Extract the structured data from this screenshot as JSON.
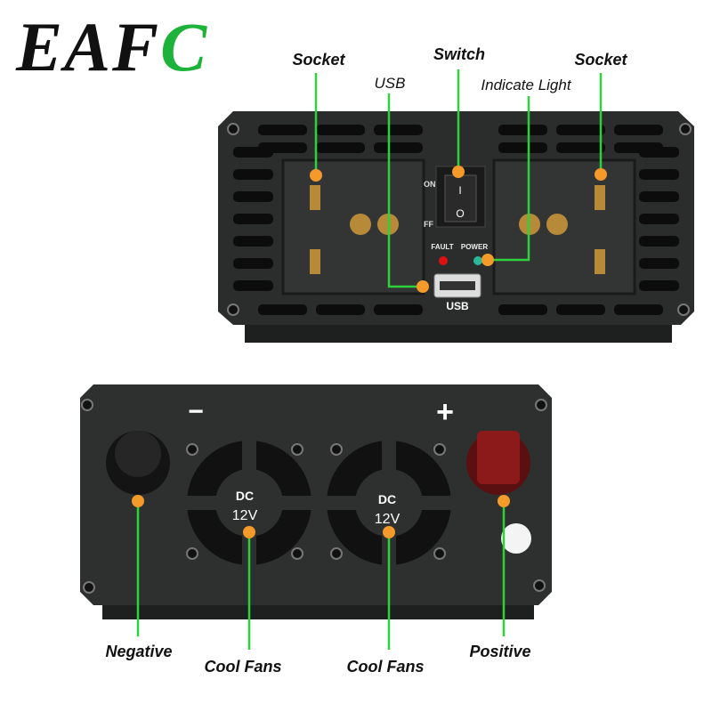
{
  "logo": {
    "text_main": "EAF",
    "text_accent": "C",
    "accent_color": "#1db33a"
  },
  "top_labels": {
    "socket_left": "Socket",
    "usb": "USB",
    "switch": "Switch",
    "indicate_light": "Indicate Light",
    "socket_right": "Socket"
  },
  "top_panel": {
    "switch_on": "ON",
    "switch_off": "FF",
    "fault": "FAULT",
    "power": "POWER",
    "usb_port": "USB",
    "switch_symbol_on": "I",
    "switch_symbol_off": "O"
  },
  "bottom_panel": {
    "minus": "−",
    "plus": "+",
    "fan_text_1": "DC",
    "fan_text_2": "12V"
  },
  "bottom_labels": {
    "negative": "Negative",
    "cool_fans_1": "Cool Fans",
    "cool_fans_2": "Cool Fans",
    "positive": "Positive"
  },
  "colors": {
    "leader": "#2fd13a",
    "dot": "#f39a2b",
    "body": "#2b2d2c",
    "positive_terminal": "#8c1a1a"
  }
}
